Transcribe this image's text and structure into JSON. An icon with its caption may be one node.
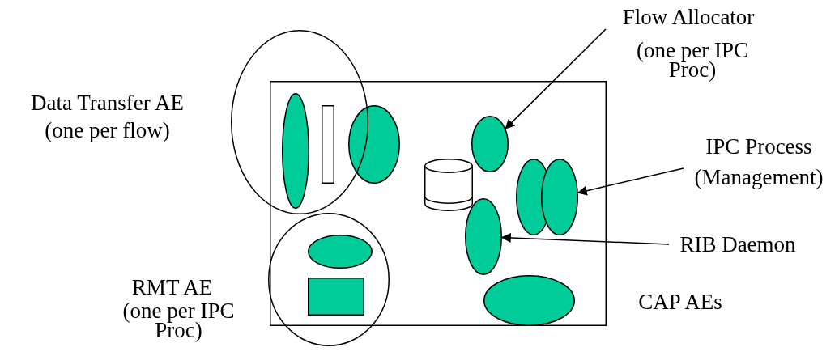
{
  "diagram": {
    "nodes": [
      {
        "text": [
          "CAP AEs"
        ]
      },
      {
        "text": [
          "Data Transfer AE",
          "(one per flow)"
        ]
      },
      {
        "text": [],
        "shape": "ellipse"
      },
      {
        "text": [],
        "shape": "box"
      },
      {
        "text": [],
        "shape": "ellipse",
        "in": 0
      },
      {
        "text": [
          "RMT AE",
          "(one per IPC Proc)"
        ]
      },
      {
        "text": [],
        "shape": "ellipse",
        "in": 5
      },
      {
        "text": [],
        "shape": "box",
        "in": 5
      },
      {
        "text": [],
        "shape": "ellipse",
        "in": 0
      },
      {
        "text": [],
        "shape": "cylinder",
        "in": 0
      },
      {
        "text": [],
        "shape": "ellipse",
        "in": 0
      },
      {
        "text": [],
        "shape": "ellipse",
        "in": 0
      },
      {
        "text": [],
        "shape": "ellipse",
        "in": 0
      },
      {
        "text": [],
        "shape": "ellipse",
        "in": 0
      },
      {
        "text": [
          "Flow Allocator",
          "(one per IPC Proc)"
        ]
      },
      {
        "text": [
          "IPC Process (Management)"
        ]
      },
      {
        "text": [
          "RIB Daemon"
        ]
      }
    ],
    "edges": [
      {
        "from": 14,
        "to": 8,
        "arrow": "to"
      },
      {
        "from": 15,
        "to": 11,
        "arrow": "to"
      },
      {
        "from": 16,
        "to": 12,
        "arrow": "to"
      }
    ]
  }
}
